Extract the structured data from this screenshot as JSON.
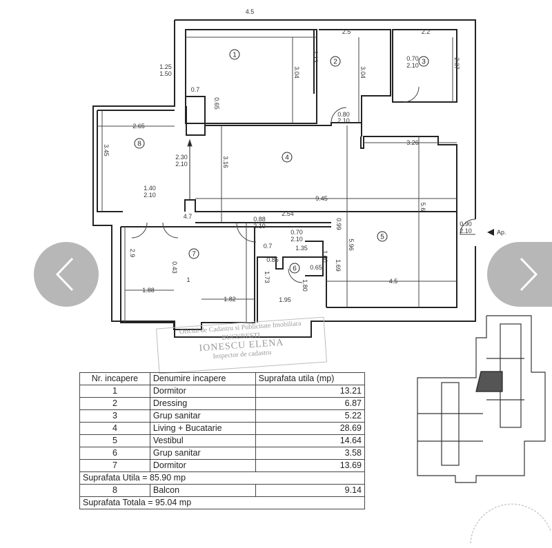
{
  "plan": {
    "room_numbers": [
      "1",
      "2",
      "3",
      "4",
      "5",
      "6",
      "7",
      "8"
    ],
    "dimensions": [
      "4.5",
      "2.5",
      "2.2",
      "3.04",
      "2.13",
      "3.04",
      "0.70",
      "2.10",
      "2.37",
      "1.25",
      "1.50",
      "0.7",
      "0.65",
      "0.80",
      "2.10",
      "2.65",
      "3.45",
      "2.30",
      "2.10",
      "3.16",
      "3.26",
      "9.45",
      "5.6",
      "1.40",
      "2.10",
      "4.7",
      "2.54",
      "0.88",
      "2.10",
      "0.99",
      "5.96",
      "0.70",
      "2.10",
      "0.7",
      "1.35",
      "1.00",
      "0.85",
      "0.65",
      "2.9",
      "0.43",
      "1.69",
      "1.73",
      "1.80",
      "1",
      "1.88",
      "1.82",
      "4.5",
      "1.95",
      "0.90",
      "2.10"
    ],
    "entrance_label": "Ap."
  },
  "stamp": {
    "line1": "Oficiul de Cadastru si Publicitate Imobiliara",
    "line2": "BUCURESTI",
    "line3": "IONESCU ELENA",
    "line4": "Inspector de cadastru"
  },
  "table": {
    "headers": [
      "Nr. incapere",
      "Denumire incapere",
      "Suprafata utila (mp)"
    ],
    "rows": [
      {
        "nr": "1",
        "name": "Dormitor",
        "area": "13.21"
      },
      {
        "nr": "2",
        "name": "Dressing",
        "area": "6.87"
      },
      {
        "nr": "3",
        "name": "Grup sanitar",
        "area": "5.22"
      },
      {
        "nr": "4",
        "name": "Living + Bucatarie",
        "area": "28.69"
      },
      {
        "nr": "5",
        "name": "Vestibul",
        "area": "14.64"
      },
      {
        "nr": "6",
        "name": "Grup sanitar",
        "area": "3.58"
      },
      {
        "nr": "7",
        "name": "Dormitor",
        "area": "13.69"
      }
    ],
    "subtotal": "Suprafata Utila =  85.90 mp",
    "balcony": {
      "nr": "8",
      "name": "Balcon",
      "area": "9.14"
    },
    "total": "Suprafata Totala =  95.04 mp"
  },
  "carousel": {
    "prev_icon": "chevron-left-icon",
    "next_icon": "chevron-right-icon",
    "button_color": "#aaaaaa"
  }
}
